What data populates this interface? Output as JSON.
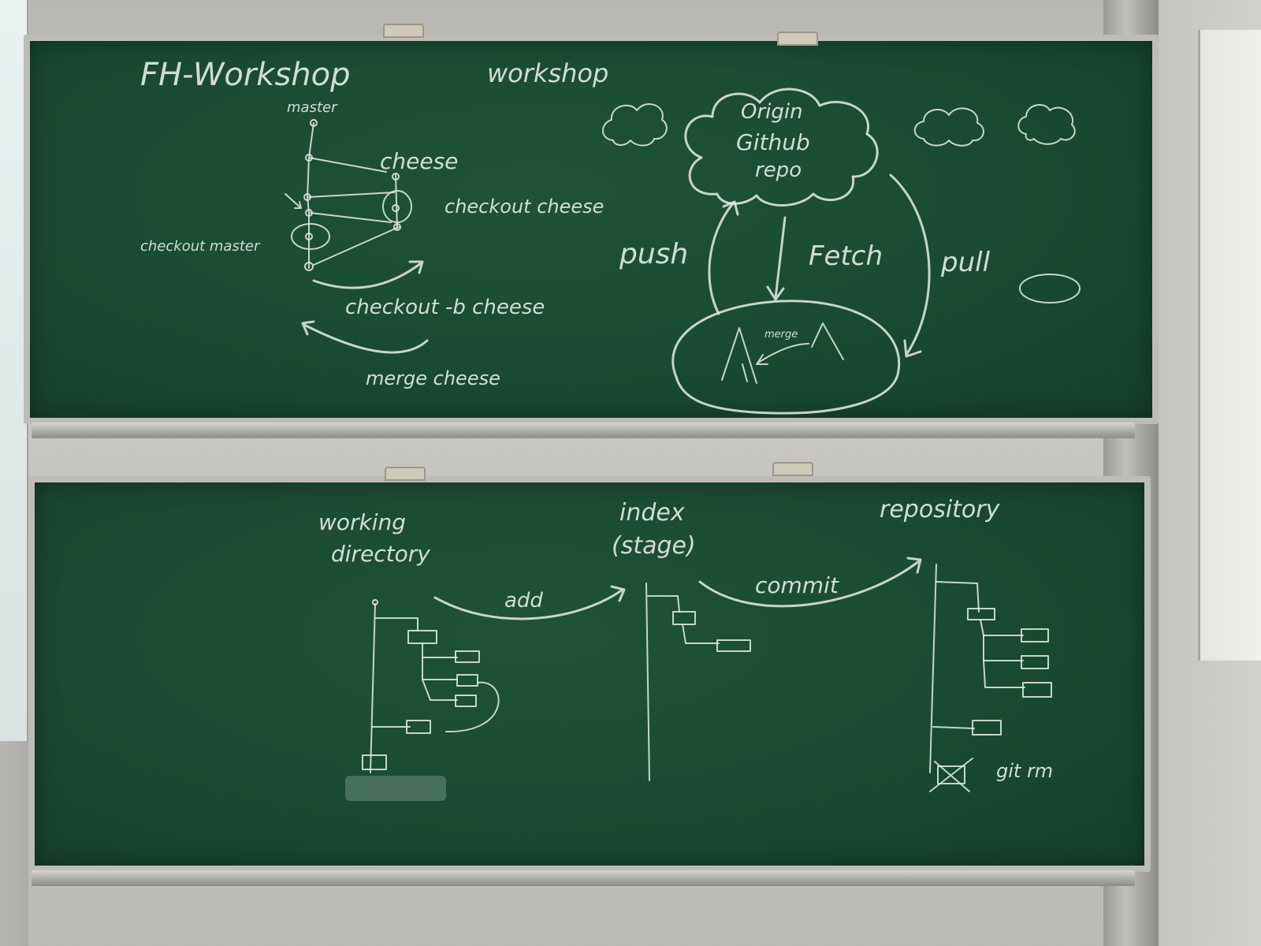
{
  "top_board": {
    "title": "FH-Workshop",
    "subtitle": "workshop",
    "branch_master": "master",
    "branch_cheese": "cheese",
    "checkout_cheese": "checkout cheese",
    "checkout_master": "checkout master",
    "checkout_b": "checkout -b cheese",
    "merge": "merge cheese",
    "cloud_line1": "Origin",
    "cloud_line2": "Github",
    "cloud_line3": "repo",
    "push": "push",
    "fetch": "Fetch",
    "pull": "pull",
    "local_merge": "merge"
  },
  "bottom_board": {
    "col_working_line1": "working",
    "col_working_line2": "directory",
    "col_index_line1": "index",
    "col_index_line2": "(stage)",
    "col_repository": "repository",
    "add": "add",
    "commit": "commit",
    "git_rm": "git rm"
  }
}
